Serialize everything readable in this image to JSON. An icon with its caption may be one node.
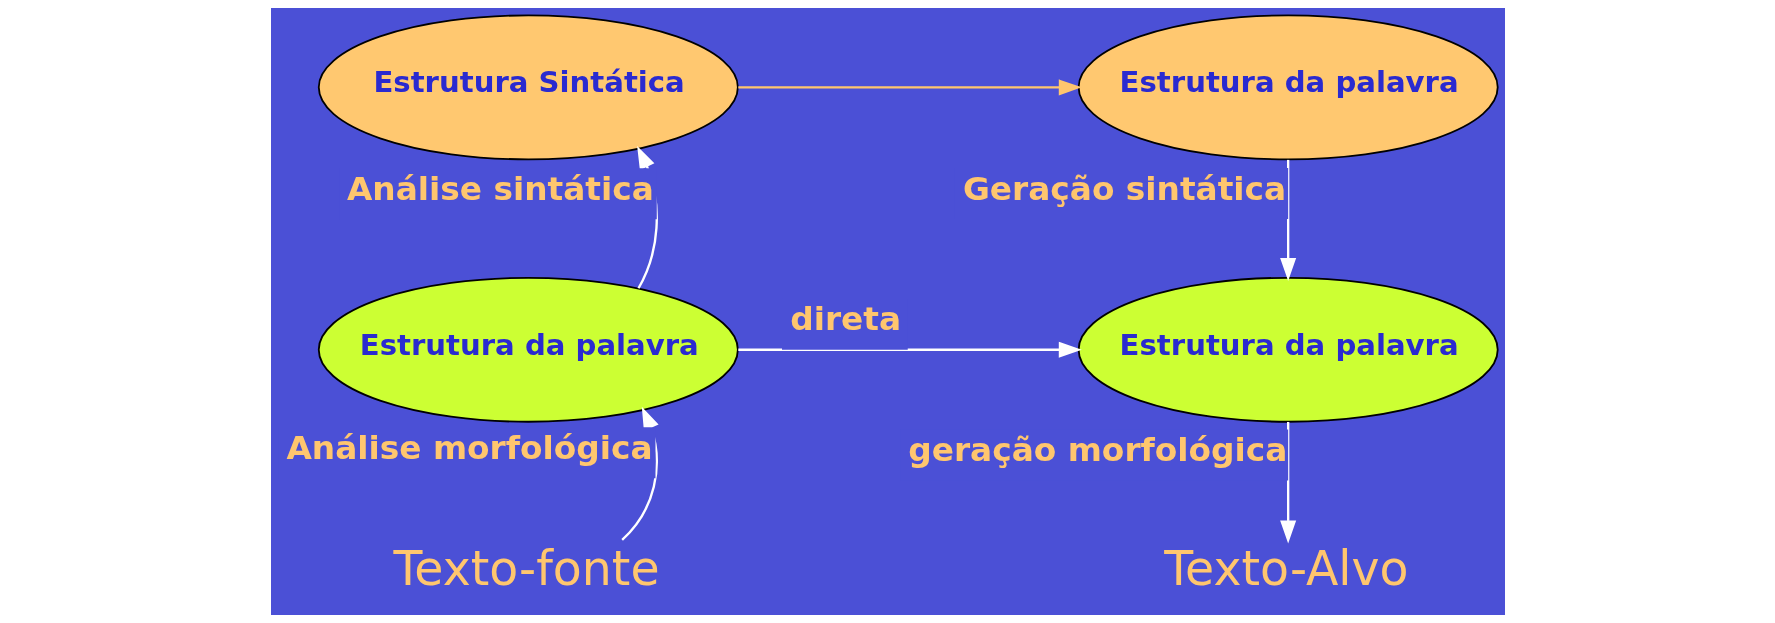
{
  "diagram": {
    "nodes": [
      {
        "text": [
          "Estrutura Sintática"
        ]
      },
      {
        "text": [
          "Estrutura da palavra"
        ]
      },
      {
        "text": [
          "Estrutura da palavra"
        ]
      },
      {
        "text": [
          "Estrutura da palavra"
        ]
      },
      {
        "text": [
          "Texto-fonte"
        ]
      },
      {
        "text": [
          "Texto-Alvo"
        ]
      }
    ],
    "edges": [
      {
        "from": 0,
        "to": 1,
        "arrow": "to",
        "color": "#ffc66e"
      },
      {
        "from": 2,
        "to": 0,
        "arrow": "to",
        "label": "Análise sintática"
      },
      {
        "from": 1,
        "to": 3,
        "arrow": "to",
        "label": "Geração sintática"
      },
      {
        "from": 2,
        "to": 3,
        "arrow": "to",
        "label": "direta"
      },
      {
        "from": 4,
        "to": 2,
        "arrow": "to",
        "label": "Análise morfológica"
      },
      {
        "from": 3,
        "to": 5,
        "arrow": "to",
        "label": "geração morfológica"
      }
    ]
  }
}
